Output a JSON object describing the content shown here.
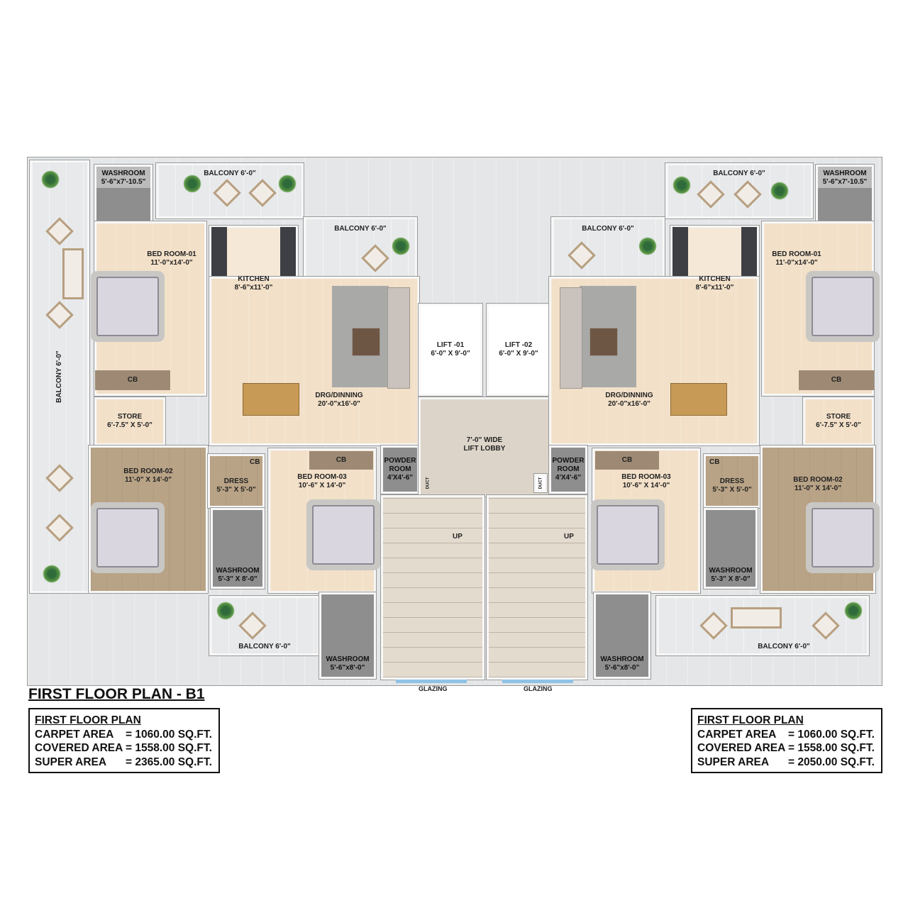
{
  "title": "FIRST FLOOR PLAN - B1",
  "rooms": {
    "balcony_side": {
      "name": "BALCONY 6'-0\""
    },
    "washroom_top": {
      "name": "WASHROOM",
      "size": "5'-6\"x7'-10.5\""
    },
    "balcony_top": {
      "name": "BALCONY 6'-0\""
    },
    "balcony_drawing": {
      "name": "BALCONY 6'-0\""
    },
    "bedroom_01": {
      "name": "BED ROOM-01",
      "size": "11'-0\"x14'-0\""
    },
    "kitchen": {
      "name": "KITCHEN",
      "size": "8'-6\"x11'-0\""
    },
    "drg_dinning": {
      "name": "DRG/DINNING",
      "size": "20'-0\"x16'-0\""
    },
    "cb": "CB",
    "store": {
      "name": "STORE",
      "size": "6'-7.5\" X 5'-0\""
    },
    "bedroom_02": {
      "name": "BED ROOM-02",
      "size": "11'-0\" X 14'-0\""
    },
    "dress": {
      "name": "DRESS",
      "size": "5'-3\" X 5'-0\""
    },
    "washroom_mid": {
      "name": "WASHROOM",
      "size": "5'-3\" X 8'-0\""
    },
    "bedroom_03": {
      "name": "BED ROOM-03",
      "size": "10'-6\" X 14'-0\""
    },
    "powder_room": {
      "name1": "POWDER",
      "name2": "ROOM",
      "size": "4'X4'-6\""
    },
    "duct": "DUCT",
    "balcony_bottom": {
      "name": "BALCONY 6'-0\""
    },
    "washroom_bottom": {
      "name": "WASHROOM",
      "size": "5'-6\"x8'-0\""
    }
  },
  "core": {
    "lift_01": {
      "name": "LIFT -01",
      "size": "6'-0\" X 9'-0\""
    },
    "lift_02": {
      "name": "LIFT -02",
      "size": "6'-0\" X 9'-0\""
    },
    "lobby": {
      "line1": "7'-0\" WIDE",
      "line2": "LIFT LOBBY"
    },
    "stair_label": "UP",
    "glazing": "GLAZING"
  },
  "area_tables": [
    {
      "heading": "FIRST FLOOR PLAN",
      "rows": [
        {
          "label": "CARPET AREA",
          "value": "= 1060.00 SQ.FT."
        },
        {
          "label": "COVERED AREA",
          "value": "= 1558.00 SQ.FT."
        },
        {
          "label": "SUPER AREA",
          "value": "= 2365.00 SQ.FT."
        }
      ]
    },
    {
      "heading": "FIRST FLOOR PLAN",
      "rows": [
        {
          "label": "CARPET AREA",
          "value": "= 1060.00 SQ.FT."
        },
        {
          "label": "COVERED AREA",
          "value": "= 1558.00 SQ.FT."
        },
        {
          "label": "SUPER AREA",
          "value": "= 2050.00 SQ.FT."
        }
      ]
    }
  ]
}
